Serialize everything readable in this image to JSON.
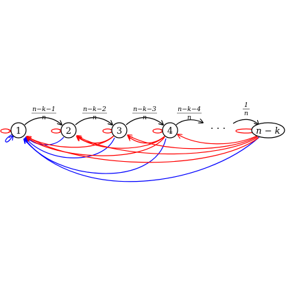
{
  "diagram": {
    "colors": {
      "forward": "#000000",
      "self_loop": "#ff0000",
      "back_red": "#ff0000",
      "back_blue": "#0000ff"
    },
    "nodes": [
      {
        "id": "n1",
        "label": "1"
      },
      {
        "id": "n2",
        "label": "2"
      },
      {
        "id": "n3",
        "label": "3"
      },
      {
        "id": "n4",
        "label": "4"
      },
      {
        "id": "nk",
        "label": "n − k"
      }
    ],
    "ellipsis": "· · ·",
    "forward_edges": [
      {
        "from": "1",
        "to": "2",
        "numerator": "n−k−1",
        "denominator": "n"
      },
      {
        "from": "2",
        "to": "3",
        "numerator": "n−k−2",
        "denominator": "n"
      },
      {
        "from": "3",
        "to": "4",
        "numerator": "n−k−3",
        "denominator": "n"
      },
      {
        "from": "4",
        "to": "…",
        "numerator": "n−k−4",
        "denominator": "n"
      },
      {
        "from": "…",
        "to": "n−k",
        "numerator": "1",
        "denominator": "n"
      }
    ]
  }
}
